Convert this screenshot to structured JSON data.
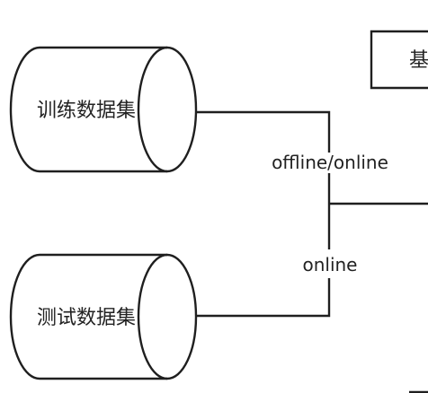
{
  "nodes": {
    "train_dataset": {
      "label": "训练数据集"
    },
    "test_dataset": {
      "label": "测试数据集"
    },
    "partial_box": {
      "label": "基"
    }
  },
  "edges": {
    "upper_label": "offline/online",
    "lower_label": "online"
  },
  "colors": {
    "stroke": "#1f1f1f",
    "text": "#222222",
    "background": "#ffffff"
  }
}
